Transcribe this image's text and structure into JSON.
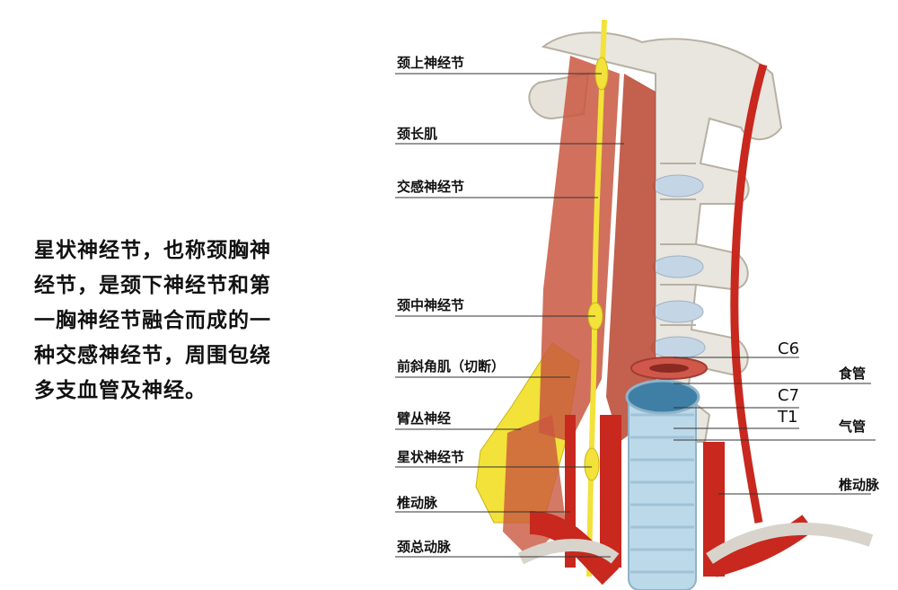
{
  "description": "星状神经节，也称颈胸神\n经节，是颈下神经节和第\n一胸神经节融合而成的一\n种交感神经节，周围包绕\n多支血管及神经。",
  "colors": {
    "nerve": "#f2e23a",
    "artery": "#c8281e",
    "muscle": "#c9573f",
    "bone": "#e9e6df",
    "trachea": "#bcd9ea",
    "esophagus": "#d0584b",
    "leader_line": "#333333"
  },
  "labels": {
    "superior_cervical_ganglion": "颈上神经节",
    "longus_colli": "颈长肌",
    "sympathetic_ganglion": "交感神经节",
    "middle_cervical_ganglion": "颈中神经节",
    "scalenus_anterior": "前斜角肌（切断）",
    "brachial_plexus": "臂丛神经",
    "stellate_ganglion": "星状神经节",
    "vertebral_artery_left": "椎动脉",
    "common_carotid": "颈总动脉",
    "c6": "C6",
    "c7": "C7",
    "t1": "T1",
    "esophagus": "食管",
    "trachea": "气管",
    "vertebral_artery_right": "椎动脉"
  }
}
